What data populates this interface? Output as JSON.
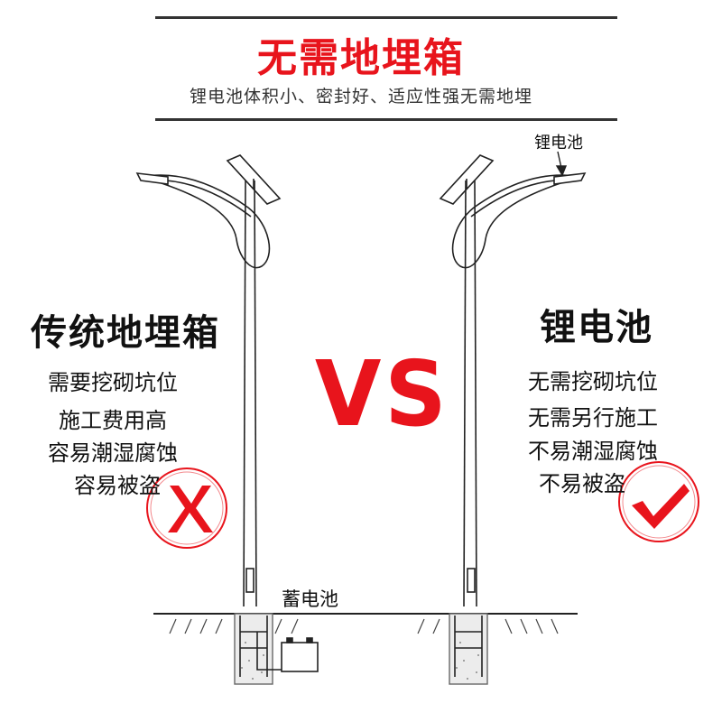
{
  "header": {
    "title": "无需地埋箱",
    "subtitle": "锂电池体积小、密封好、适应性强无需地埋"
  },
  "left_panel": {
    "heading": "传统地埋箱",
    "items": [
      "需要挖砌坑位",
      "施工费用高",
      "容易潮湿腐蚀",
      "容易被盗"
    ],
    "mark": "cross-mark"
  },
  "right_panel": {
    "heading": "锂电池",
    "items": [
      "无需挖砌坑位",
      "无需另行施工",
      "不易潮湿腐蚀",
      "不易被盗"
    ],
    "mark": "check-mark"
  },
  "vs_label": "VS",
  "labels": {
    "battery_top": "锂电池",
    "storage_battery": "蓄电池"
  },
  "colors": {
    "accent_red": "#e8141c",
    "line": "#222222"
  }
}
